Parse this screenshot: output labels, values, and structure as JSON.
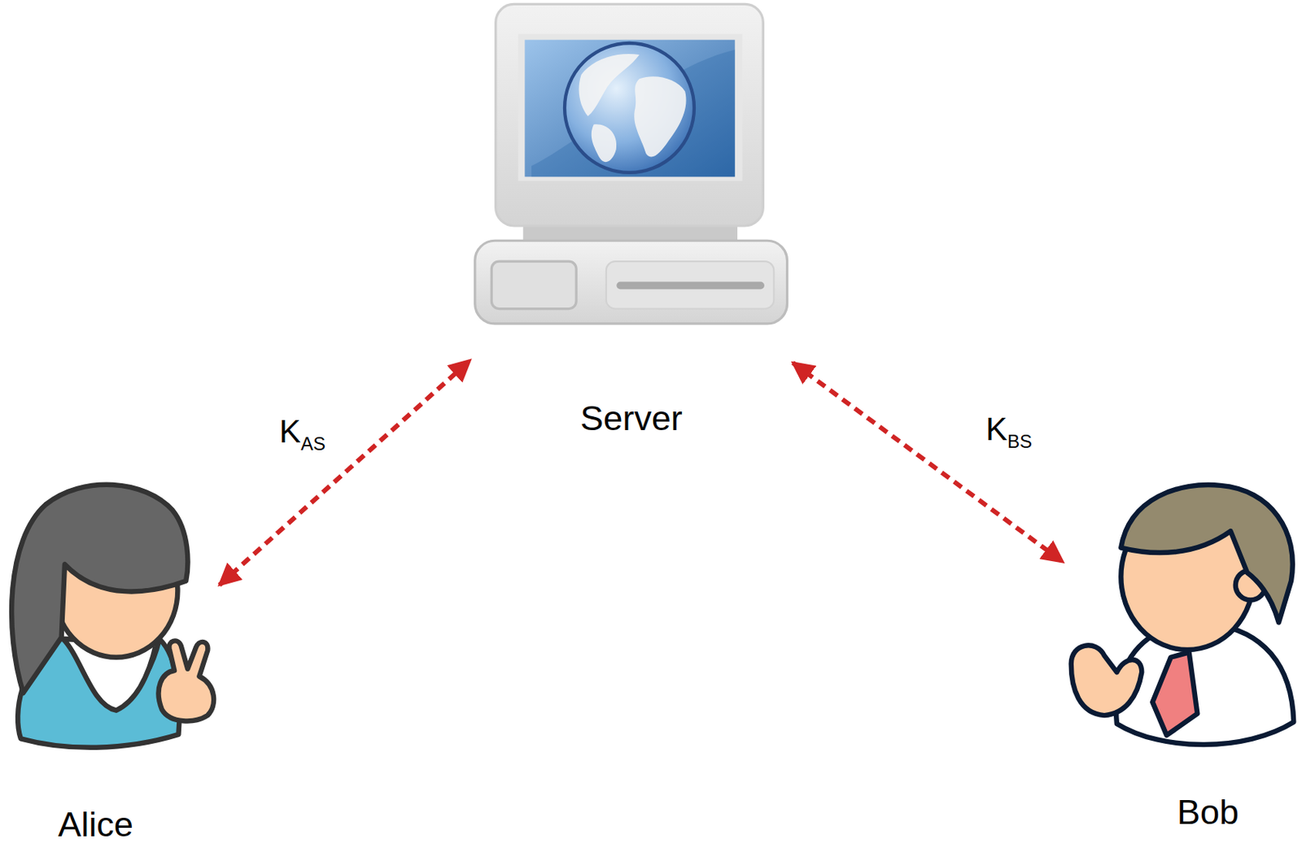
{
  "diagram": {
    "nodes": [
      {
        "text": [
          "Server"
        ]
      },
      {
        "text": [
          "Alice"
        ]
      },
      {
        "text": [
          "Bob"
        ]
      }
    ],
    "edges": [
      {
        "from": 1,
        "to": 0,
        "label": "KAS",
        "arrow": "both"
      },
      {
        "from": 0,
        "to": 2,
        "label": "KBS",
        "arrow": "both"
      }
    ]
  }
}
